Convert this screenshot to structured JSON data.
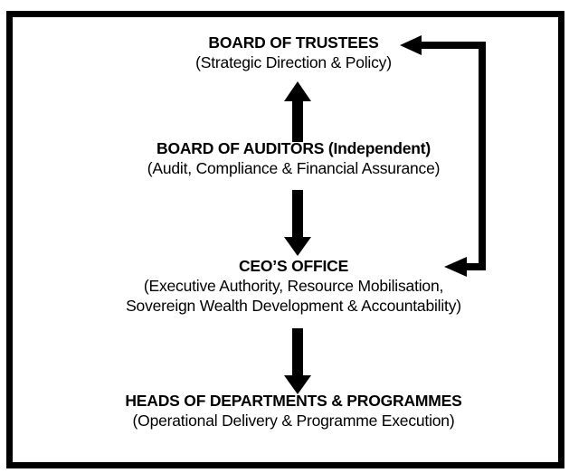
{
  "diagram": {
    "background_color": "#ffffff",
    "border_color": "#000000",
    "arrow_color": "#000000",
    "text_color": "#000000",
    "nodes": [
      {
        "id": "board-of-trustees",
        "title": "BOARD OF TRUSTEES",
        "lines": [
          "(Strategic Direction & Policy)"
        ]
      },
      {
        "id": "board-of-auditors",
        "title": "BOARD OF AUDITORS (Independent)",
        "lines": [
          "(Audit, Compliance & Financial Assurance)"
        ]
      },
      {
        "id": "ceo-office",
        "title": "CEO’S OFFICE",
        "lines": [
          "(Executive Authority, Resource Mobilisation,",
          "Sovereign Wealth Development & Accountability)"
        ]
      },
      {
        "id": "heads-of-departments",
        "title": "HEADS OF DEPARTMENTS & PROGRAMMES",
        "lines": [
          "(Operational Delivery & Programme Execution)"
        ]
      }
    ],
    "connectors": [
      {
        "id": "auditors-to-trustees",
        "type": "arrow-up",
        "from": "board-of-auditors",
        "to": "board-of-trustees"
      },
      {
        "id": "auditors-to-ceo",
        "type": "arrow-down",
        "from": "board-of-auditors",
        "to": "ceo-office"
      },
      {
        "id": "ceo-to-heads",
        "type": "arrow-down",
        "from": "ceo-office",
        "to": "heads-of-departments"
      },
      {
        "id": "feedback-loop",
        "type": "elbow-double-arrow",
        "side": "right",
        "from": "ceo-office",
        "to": "board-of-trustees"
      }
    ]
  }
}
